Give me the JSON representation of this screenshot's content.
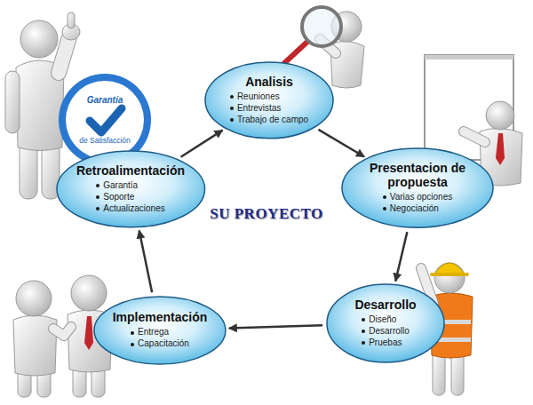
{
  "diagram": {
    "nodes": [
      {
        "text": [
          "Analisis",
          "Reuniones",
          "Entrevistas",
          "Trabajo de campo"
        ]
      },
      {
        "text": [
          "Presentacion de propuesta",
          "Varias opciones",
          "Negociación"
        ]
      },
      {
        "text": [
          "Desarrollo",
          "Diseño",
          "Desarrollo",
          "Pruebas"
        ]
      },
      {
        "text": [
          "Implementación",
          "Entrega",
          "Capacitación"
        ]
      },
      {
        "text": [
          "Retroalimentación",
          "Garantía",
          "Soporte",
          "Actualizaciones"
        ]
      }
    ],
    "edges": [
      {
        "from": 0,
        "to": 1,
        "arrow": "to"
      },
      {
        "from": 1,
        "to": 2,
        "arrow": "to"
      },
      {
        "from": 2,
        "to": 3,
        "arrow": "to"
      },
      {
        "from": 3,
        "to": 4,
        "arrow": "to"
      },
      {
        "from": 4,
        "to": 0,
        "arrow": "to"
      }
    ],
    "labels": [
      "SU PROYECTO",
      "Garantía",
      "de Satisfacción"
    ]
  }
}
